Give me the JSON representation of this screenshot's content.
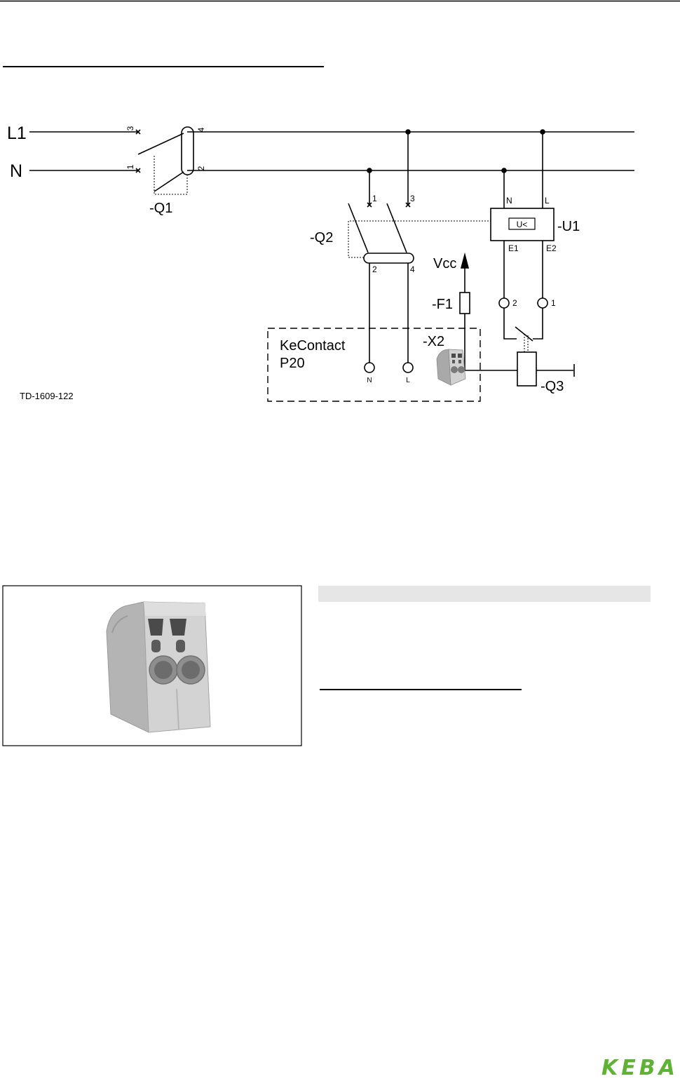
{
  "diagram": {
    "l1": "L1",
    "n": "N",
    "q1_term_3": "3",
    "q1_term_1": "1",
    "q1_term_4": "4",
    "q1_term_2": "2",
    "q1": "-Q1",
    "q2": "-Q2",
    "q2_term_1": "1",
    "q2_term_3": "3",
    "q2_term_2": "2",
    "q2_term_4": "4",
    "u1_n": "N",
    "u1_l": "L",
    "u1_relay": "U<",
    "u1": "-U1",
    "u1_e1": "E1",
    "u1_e2": "E2",
    "vcc": "Vcc",
    "f1": "-F1",
    "contact_2": "2",
    "contact_1": "1",
    "product_line1": "KeContact",
    "product_line2": "P20",
    "x2": "-X2",
    "p20_n": "N",
    "p20_l": "L",
    "q3": "-Q3",
    "code": "TD-1609-122"
  },
  "logo": {
    "text": "KEBA"
  },
  "colors": {
    "logo": "#5fb233",
    "bar": "#e6e6e6",
    "line": "#000000"
  }
}
